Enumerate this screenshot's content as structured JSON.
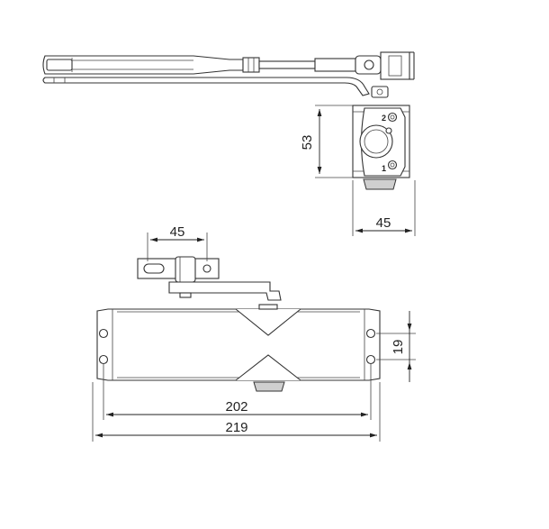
{
  "drawing": {
    "dimensions": {
      "arm_pivot_width": "45",
      "body_height": "53",
      "body_depth": "45",
      "hole_spacing_vertical": "19",
      "hole_spacing_horizontal": "202",
      "overall_length": "219"
    },
    "valve_labels": {
      "valve_1": "1",
      "valve_2": "2"
    }
  }
}
